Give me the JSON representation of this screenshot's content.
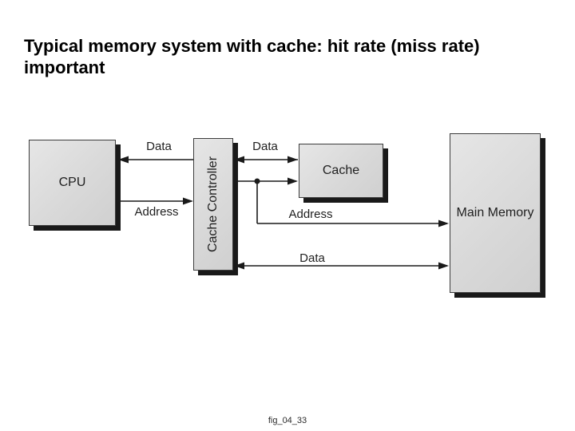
{
  "slide": {
    "title_line1": "Typical memory system with cache: hit rate (miss rate)",
    "title_line2": "important",
    "caption": "fig_04_33"
  },
  "diagram": {
    "boxes": {
      "cpu": {
        "label": "CPU"
      },
      "cache_controller": {
        "label": "Cache Controller"
      },
      "cache": {
        "label": "Cache"
      },
      "main_memory": {
        "label": "Main Memory"
      }
    },
    "bus_labels": {
      "cpu_data": "Data",
      "cpu_address": "Address",
      "cache_data": "Data",
      "main_memory_address": "Address",
      "main_memory_data": "Data"
    },
    "colors": {
      "background": "#ffffff",
      "box_fill": "#dcdcdc",
      "box_border": "#3d3d3d",
      "box_shadow": "#191919",
      "line": "#1a1a1a",
      "text": "#1f1f1f"
    }
  }
}
